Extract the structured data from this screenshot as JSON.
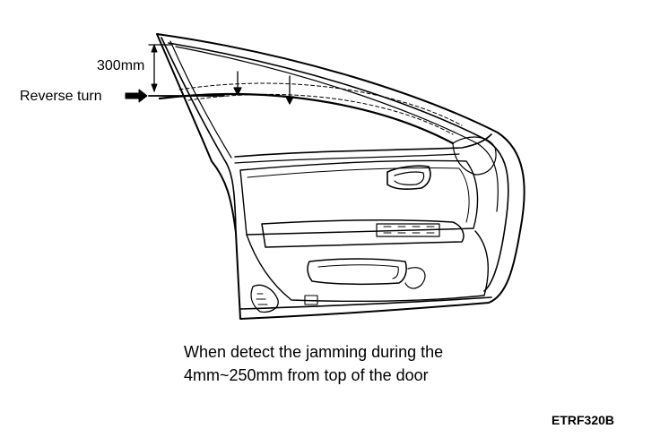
{
  "diagram": {
    "dimension_label": "300mm",
    "reverse_label": "Reverse turn",
    "caption_line1": "When detect the jamming during the",
    "caption_line2": "4mm~250mm from top of the door",
    "figure_id": "ETRF320B"
  }
}
